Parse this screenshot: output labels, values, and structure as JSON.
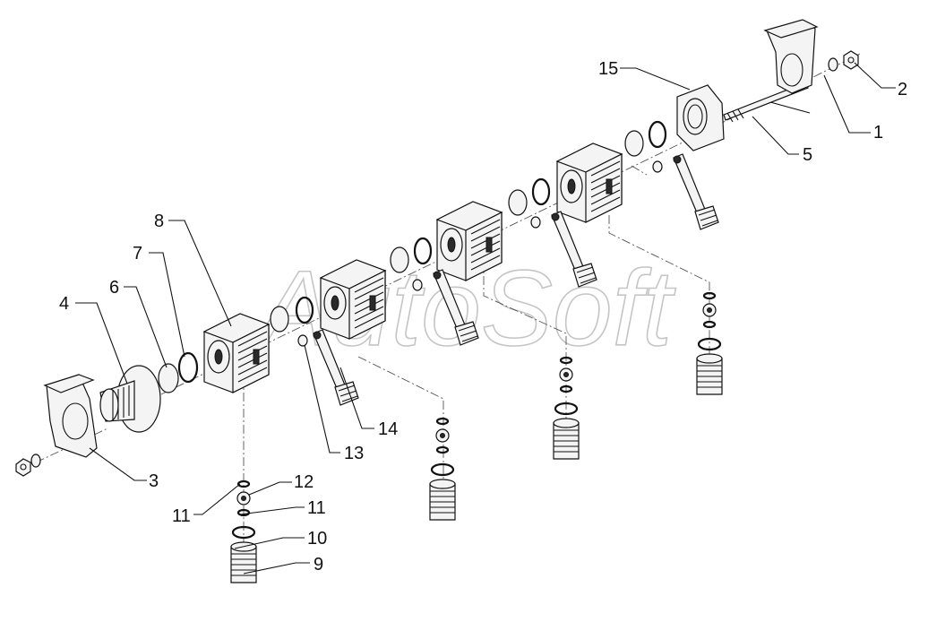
{
  "watermark": "AutoSoft",
  "callouts": [
    "1",
    "2",
    "3",
    "4",
    "5",
    "6",
    "7",
    "8",
    "9",
    "10",
    "11",
    "11",
    "12",
    "13",
    "14",
    "15"
  ]
}
